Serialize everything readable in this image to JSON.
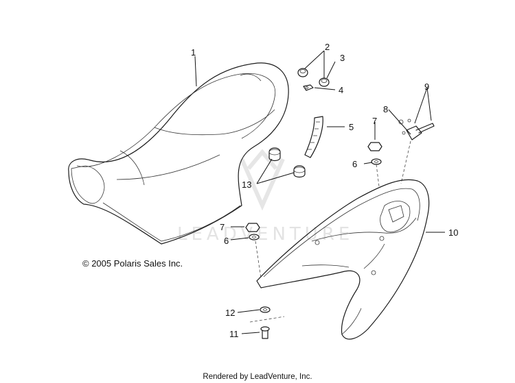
{
  "diagram": {
    "copyright": "© 2005 Polaris Sales Inc.",
    "footer": "Rendered by LeadVenture, Inc.",
    "watermark": "LEADVENTURE",
    "callouts": [
      "1",
      "2",
      "3",
      "4",
      "5",
      "6",
      "6",
      "7",
      "7",
      "8",
      "9",
      "10",
      "11",
      "12",
      "13"
    ]
  },
  "colors": {
    "line": "#1a1a1a",
    "watermark": "#e3e3e3",
    "background": "#ffffff"
  }
}
